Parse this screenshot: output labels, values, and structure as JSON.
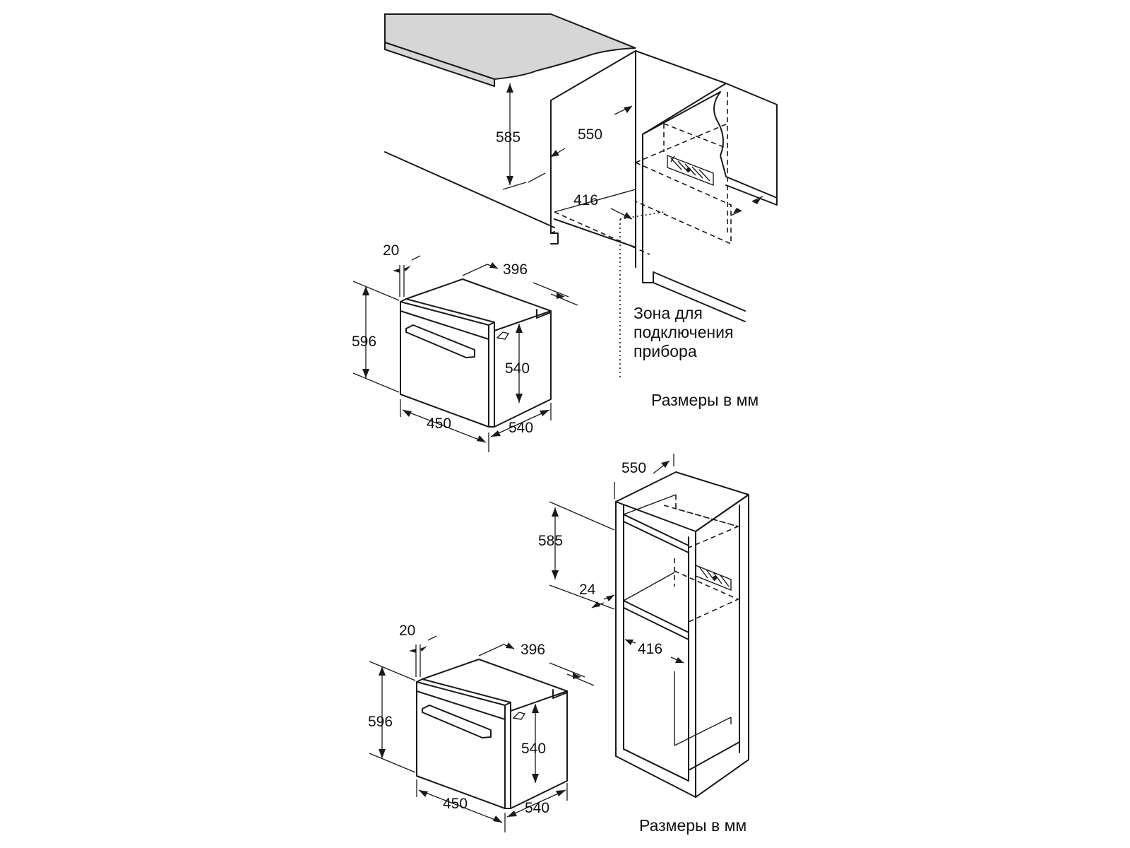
{
  "top_installation": {
    "niche_height": "585",
    "niche_depth": "550",
    "niche_width_inner": "416",
    "connection_zone_label_line1": "Зона для",
    "connection_zone_label_line2": "подключения",
    "connection_zone_label_line3": "прибора",
    "units_note": "Размеры в мм"
  },
  "top_oven": {
    "front_offset": "20",
    "depth_top": "396",
    "height": "596",
    "inner_height": "540",
    "width": "450",
    "depth": "540"
  },
  "bottom_installation": {
    "cabinet_depth": "550",
    "niche_height": "585",
    "shelf_gap": "24",
    "niche_width_inner": "416",
    "units_note": "Размеры в мм"
  },
  "bottom_oven": {
    "front_offset": "20",
    "depth_top": "396",
    "height": "596",
    "inner_height": "540",
    "width": "450",
    "depth": "540"
  }
}
